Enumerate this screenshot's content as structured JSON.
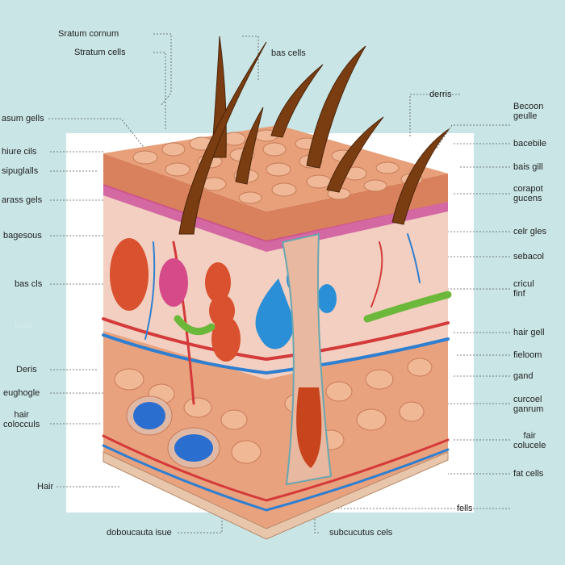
{
  "colors": {
    "background": "#c9e5e6",
    "panel": "#ffffff",
    "epidermis": "#e8a07a",
    "dermis": "#f2cfc0",
    "vessel_red": "#d43a3a",
    "vessel_blue": "#2f7fd0",
    "fat": "#e9a27e",
    "hair": "#7a3d12",
    "gland_orange": "#d9512e",
    "gland_pink": "#d64a8a",
    "droplet_blue": "#2a8fd6",
    "green_tissue": "#6cb83a"
  },
  "labels": {
    "left": [
      "Sratum cornum",
      "Stratum cells",
      "asum gells",
      "hiure cils",
      "sipuglalls",
      "arass gels",
      "bagesous",
      "bas cls",
      "hool",
      "Deris",
      "eughogle",
      "hair\ncolocculs",
      "Hair",
      "doboucauta isue"
    ],
    "top": [
      "bas cells"
    ],
    "right": [
      "derris",
      "Becoon\ngeulle",
      "bacebile",
      "bais gill",
      "corapot\ngucens",
      "celr gles",
      "sebacol",
      "cricul\nfinf",
      "hair gell",
      "fieloom",
      "gand",
      "curcoel\nganrum",
      "fair\ncolucele",
      "fat cells",
      "fells",
      "subcucutus cels"
    ]
  }
}
